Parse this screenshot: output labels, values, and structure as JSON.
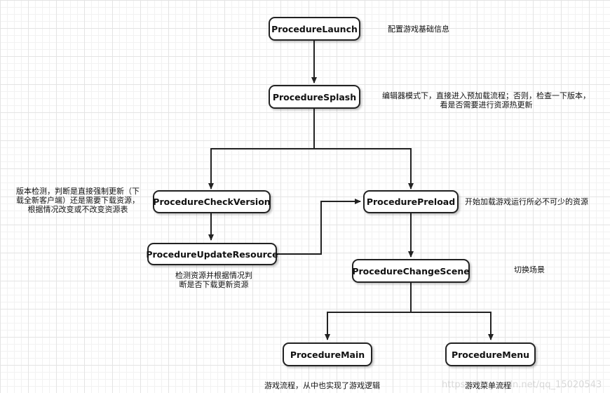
{
  "nodes": {
    "launch": "ProcedureLaunch",
    "splash": "ProcedureSplash",
    "check_version": "ProcedureCheckVersion",
    "update_resource": "ProcedureUpdateResource",
    "preload": "ProcedurePreload",
    "change_scene": "ProcedureChangeScene",
    "main": "ProcedureMain",
    "menu": "ProcedureMenu"
  },
  "notes": {
    "launch": [
      "配置游戏基础信息"
    ],
    "splash": [
      "编辑器模式下，直接进入预加载流程；否则，检查一下版本，",
      "看是否需要进行资源热更新"
    ],
    "check_version": [
      "版本检测，判断是直接强制更新（下",
      "载全新客户端）还是需要下载资源，",
      "根据情况改变或不改变资源表"
    ],
    "update_resource": [
      "检测资源并根据情况判",
      "断是否下载更新资源"
    ],
    "preload": [
      "开始加载游戏运行所必不可少的资源"
    ],
    "change_scene": [
      "切换场景"
    ],
    "main": [
      "游戏流程，从中也实现了游戏逻辑"
    ],
    "menu": [
      "游戏菜单流程"
    ]
  },
  "watermark": "https://blog.csdn.net/qq_15020543"
}
